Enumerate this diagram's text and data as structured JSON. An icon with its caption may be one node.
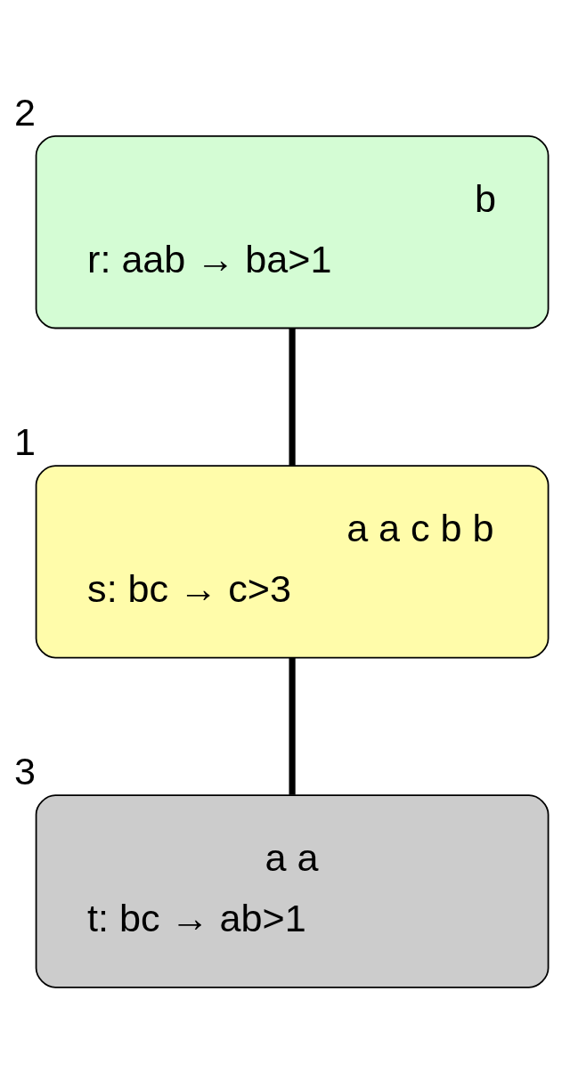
{
  "diagram": {
    "nodes": [
      {
        "text": [
          "b",
          "r: aab → ba>1"
        ],
        "beside": [
          "2"
        ]
      },
      {
        "text": [
          "a a c b b",
          "s: bc → c>3"
        ],
        "beside": [
          "1"
        ]
      },
      {
        "text": [
          "a a",
          "t: bc → ab>1"
        ],
        "beside": [
          "3"
        ]
      }
    ],
    "edges": [
      {
        "from": 0,
        "to": 1,
        "arrow": "none"
      },
      {
        "from": 1,
        "to": 2,
        "arrow": "none"
      }
    ]
  }
}
